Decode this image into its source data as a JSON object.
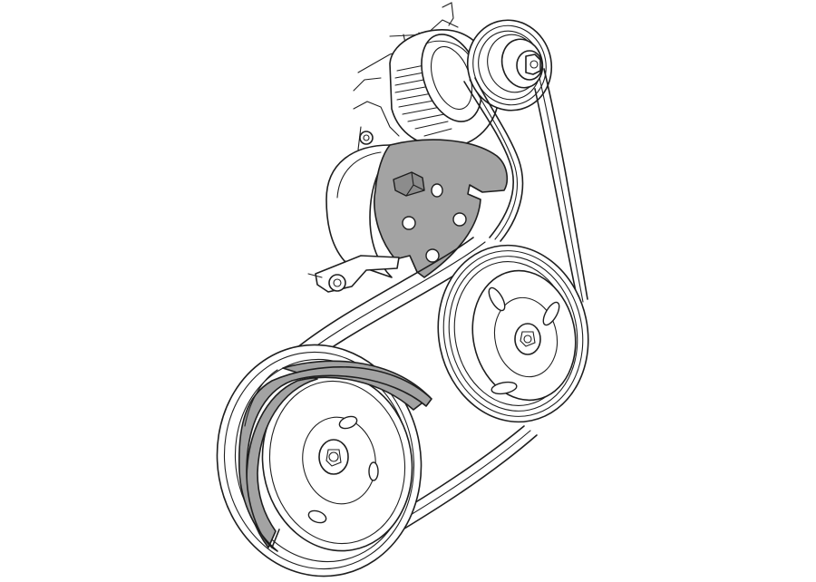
{
  "diagram": {
    "kind": "line-art",
    "highlight_color": "#a3a3a3",
    "line_color": "#1e1e1e",
    "background": "#ffffff",
    "components": [
      "engine-block",
      "alternator",
      "alternator-pulley",
      "upper-timing-cover",
      "water-pump-pulley",
      "crankshaft-pulley",
      "lower-timing-cover",
      "drive-belt"
    ]
  }
}
